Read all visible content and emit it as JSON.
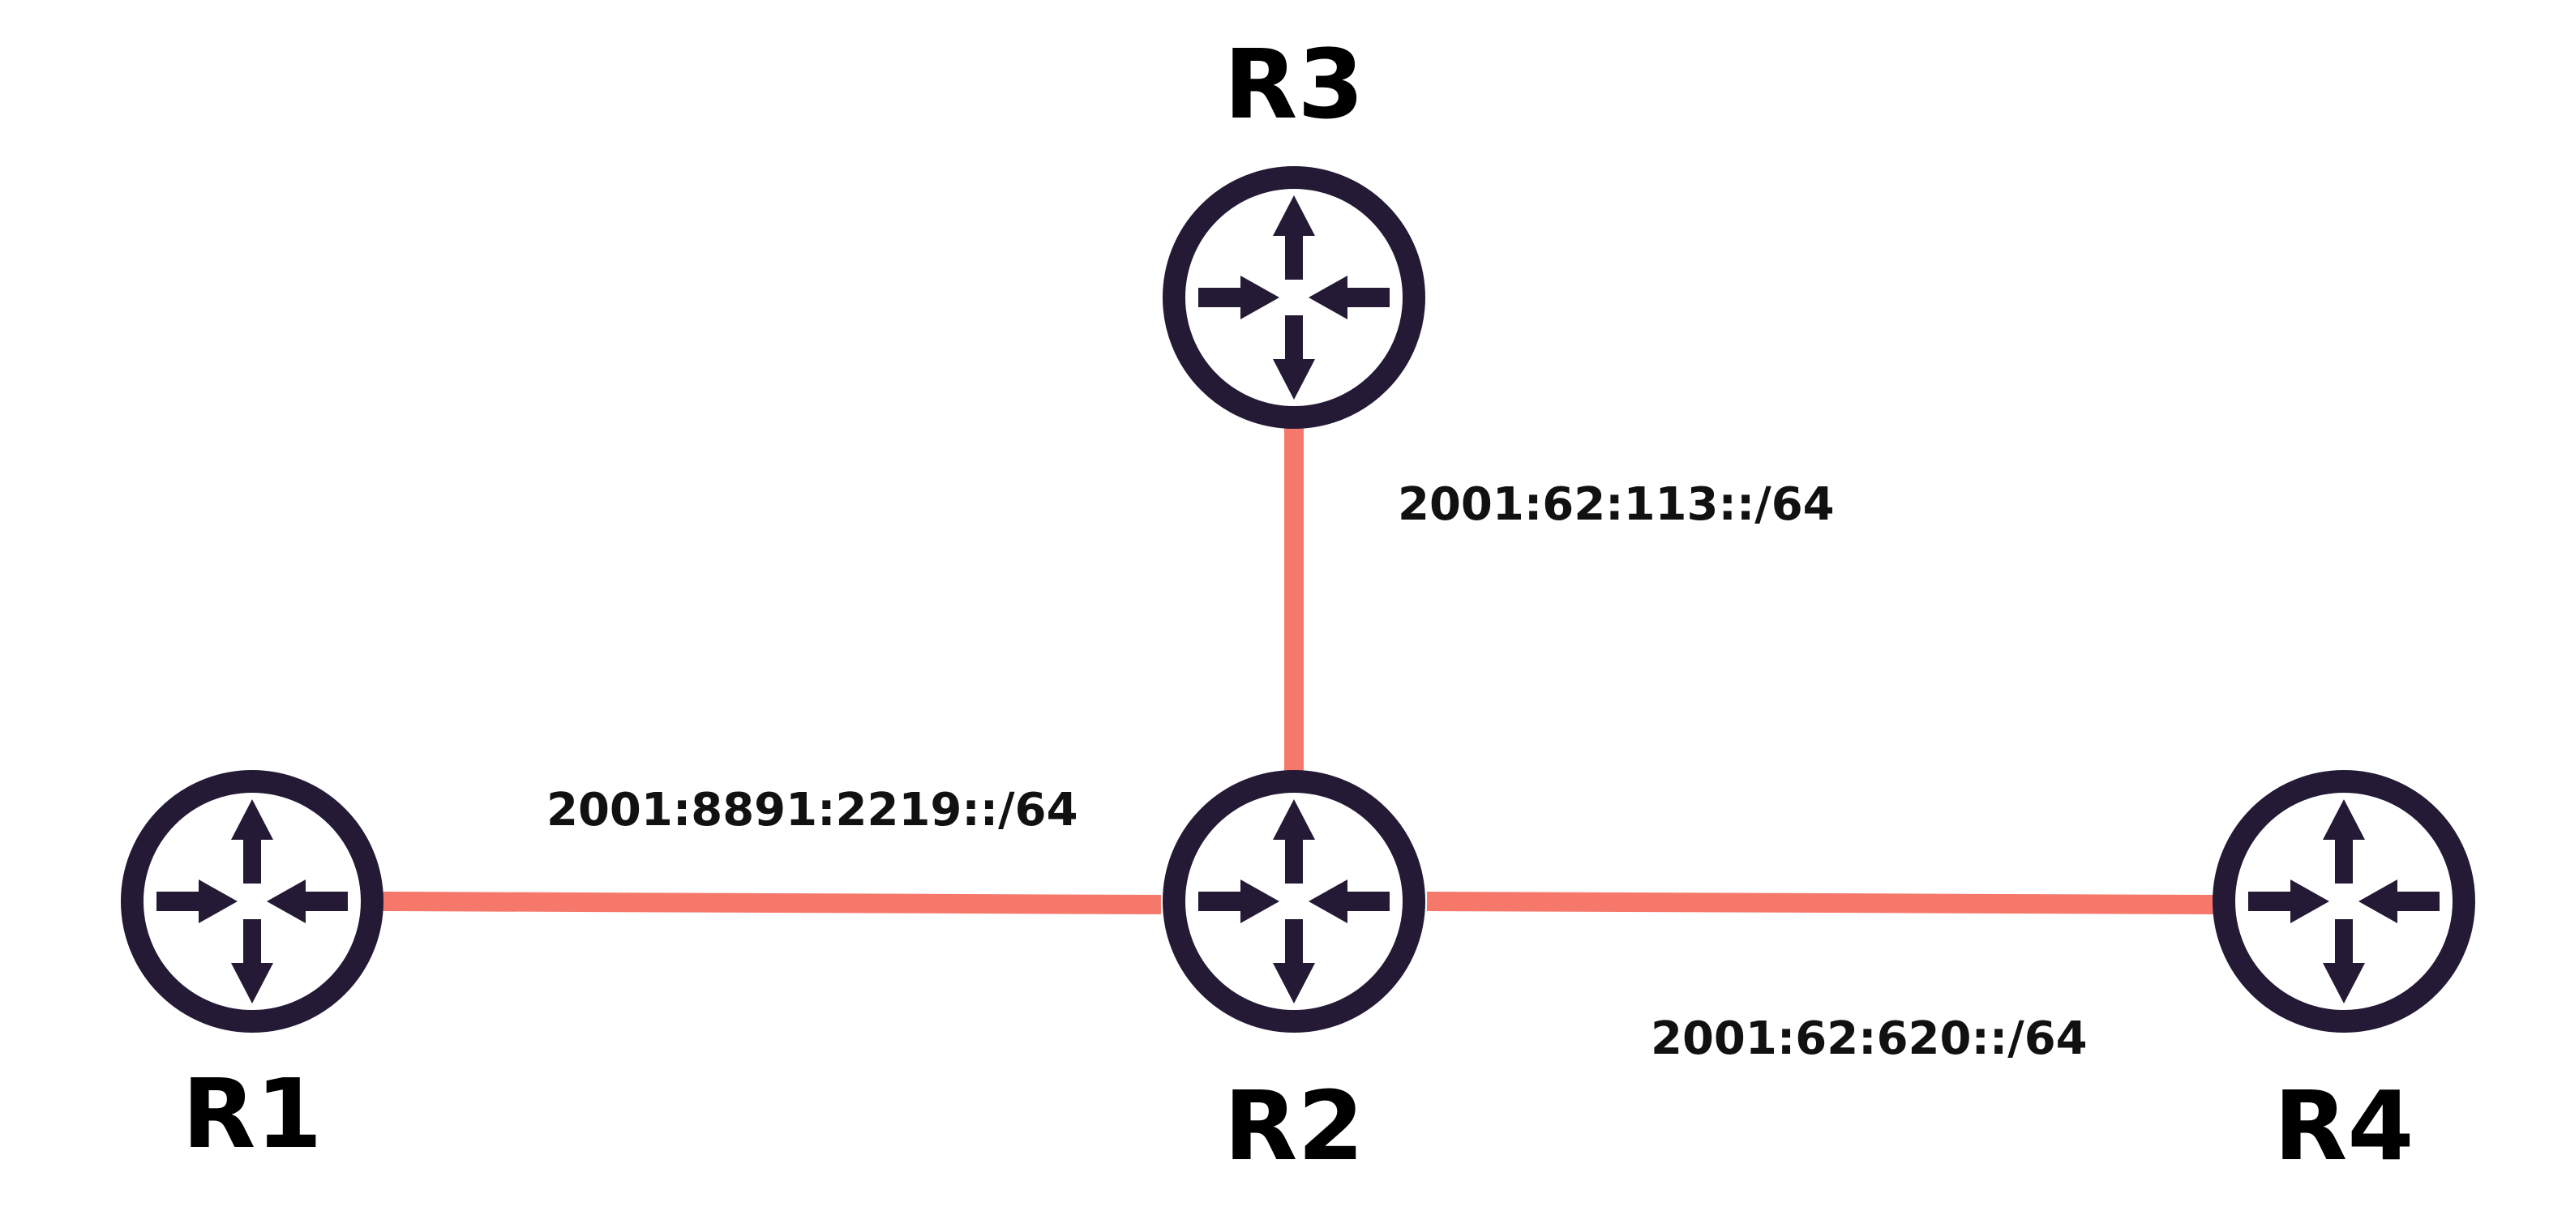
{
  "colors": {
    "link": "#f5786b",
    "router_outline": "#241a36",
    "router_fill": "#ffffff",
    "label_text": "#000000"
  },
  "routers": [
    {
      "id": "R1",
      "label": "R1",
      "icon": "router-icon"
    },
    {
      "id": "R2",
      "label": "R2",
      "icon": "router-icon"
    },
    {
      "id": "R3",
      "label": "R3",
      "icon": "router-icon"
    },
    {
      "id": "R4",
      "label": "R4",
      "icon": "router-icon"
    }
  ],
  "links": [
    {
      "from": "R1",
      "to": "R2",
      "subnet": "2001:8891:2219::/64"
    },
    {
      "from": "R2",
      "to": "R3",
      "subnet": "2001:62:113::/64"
    },
    {
      "from": "R2",
      "to": "R4",
      "subnet": "2001:62:620::/64"
    }
  ]
}
